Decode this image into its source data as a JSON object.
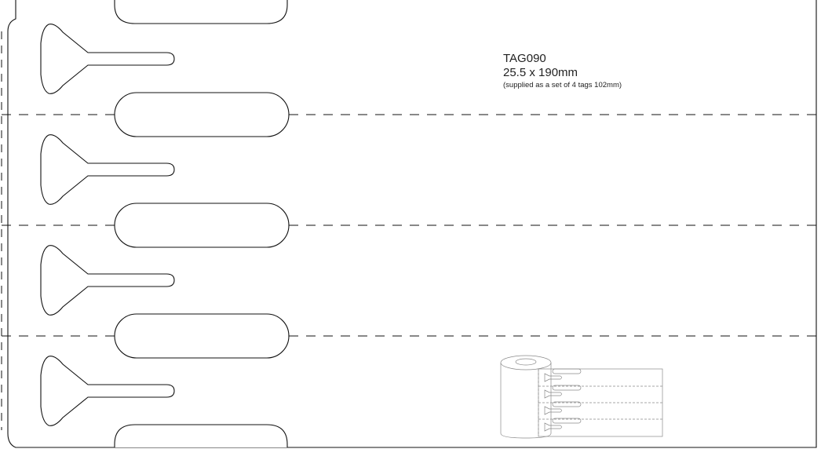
{
  "product": {
    "code": "TAG090",
    "dimensions": "25.5 x 190mm",
    "note": "(supplied as a set of 4 tags 102mm)"
  },
  "layout": {
    "tag_count": 4
  },
  "colors": {
    "outline": "#111111",
    "roll_outline": "#8a8a8a",
    "background": "#ffffff"
  }
}
